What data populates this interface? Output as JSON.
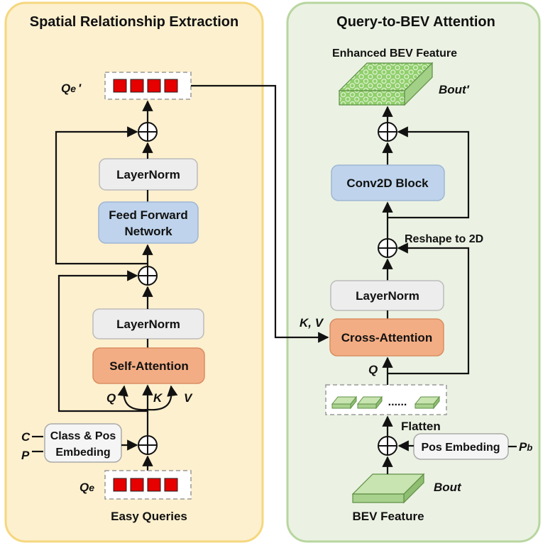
{
  "left_panel": {
    "title": "Spatial Relationship Extraction",
    "output_query_main": "Q",
    "output_query_sub": "e",
    "output_query_prime": "′",
    "layernorm_top": "LayerNorm",
    "ffn_line1": "Feed Forward",
    "ffn_line2": "Network",
    "layernorm_bottom": "LayerNorm",
    "self_attention": "Self-Attention",
    "q_label": "Q",
    "k_label": "K",
    "v_label": "V",
    "class_pos_line1": "Class & Pos",
    "class_pos_line2": "Embeding",
    "c_label": "C",
    "p_label": "P",
    "input_query_main": "Q",
    "input_query_sub": "e",
    "easy_queries": "Easy Queries"
  },
  "right_panel": {
    "title": "Query-to-BEV Attention",
    "enhanced_bev": "Enhanced BEV Feature",
    "bout_prime": "Bout′",
    "conv2d": "Conv2D Block",
    "reshape": "Reshape to 2D",
    "layernorm": "LayerNorm",
    "kv_label": "K, V",
    "cross_attention": "Cross-Attention",
    "q_label": "Q",
    "dots": "......",
    "flatten": "Flatten",
    "pos_embeding": "Pos Embeding",
    "pb_main": "P",
    "pb_sub": "b",
    "bout": "Bout",
    "bev_feature": "BEV Feature"
  },
  "colors": {
    "left_panel_fill": "#fdf0cf",
    "left_panel_border": "#f5d77e",
    "right_panel_fill": "#ebf2e3",
    "right_panel_border": "#b8d6a0",
    "layernorm_fill": "#ededed",
    "ffn_fill": "#bfd4ec",
    "attention_fill": "#f3ad84",
    "query_token": "#e60000",
    "bev_green": "#a9d18e"
  }
}
